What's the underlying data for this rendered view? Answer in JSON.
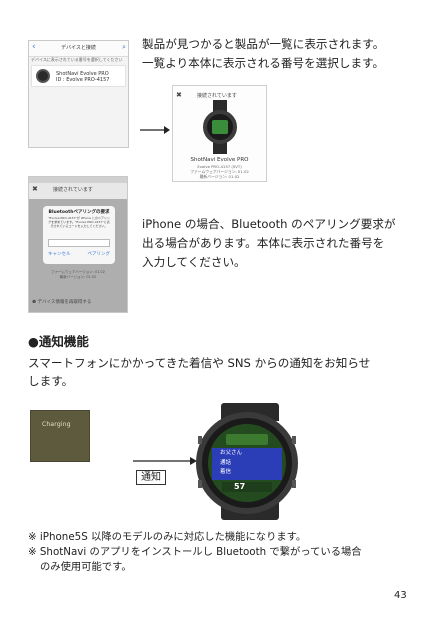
{
  "paragraphs": {
    "p1_line1": "製品が見つかると製品が一覧に表示されます。",
    "p1_line2": "一覧より本体に表示される番号を選択します。",
    "p2_line1": "iPhone の場合、Bluetooth のペアリング要求が",
    "p2_line2": "出る場合があります。本体に表示された番号を",
    "p2_line3": "入力してください。"
  },
  "section": {
    "bullet": "●",
    "heading": "通知機能",
    "desc_line1": "スマートフォンにかかってきた着信や SNS からの通知をお知らせ",
    "desc_line2": "します。"
  },
  "screen1": {
    "title": "デバイスと接続",
    "hint": "デバイスに表示されている番号を選択してください",
    "device_name": "ShotNavi Evolve PRO",
    "device_id": "ID : Evolve PRO-4157"
  },
  "screen2": {
    "title": "接続されています",
    "device_name": "ShotNavi Evolve PRO",
    "sub1": "Evolve PRO-4157 (SVT)",
    "sub2": "ファームウェアバージョン: 01.02",
    "sub3": "最新バージョン: 01.02"
  },
  "screen3": {
    "title": "接続されています",
    "dialog_title": "Bluetoothペアリングの要求",
    "dialog_text": "\"Evolve PRO-4157\"が iPhone とのペアリングを求めています。\"Evolve PRO-4157\"に表示されているコードを入力してください。",
    "cancel": "キャンセル",
    "pair": "ペアリング",
    "fw1": "ファームウェアバージョン: 01.02",
    "fw2": "最新バージョン: 01.02",
    "link": "デバイス情報を再取得する"
  },
  "charging_label": "Charging",
  "notify_label": "通知",
  "watch": {
    "line1": "お父さん",
    "line2": "通話",
    "line3": "着信",
    "number": "57"
  },
  "footnotes": {
    "note1": "※ iPhone5S 以降のモデルのみに対応した機能になります。",
    "note2_line1": "※ ShotNavi のアプリをインストールし Bluetooth で繋がっている場合",
    "note2_line2": "のみ使用可能です。"
  },
  "page_number": "43"
}
